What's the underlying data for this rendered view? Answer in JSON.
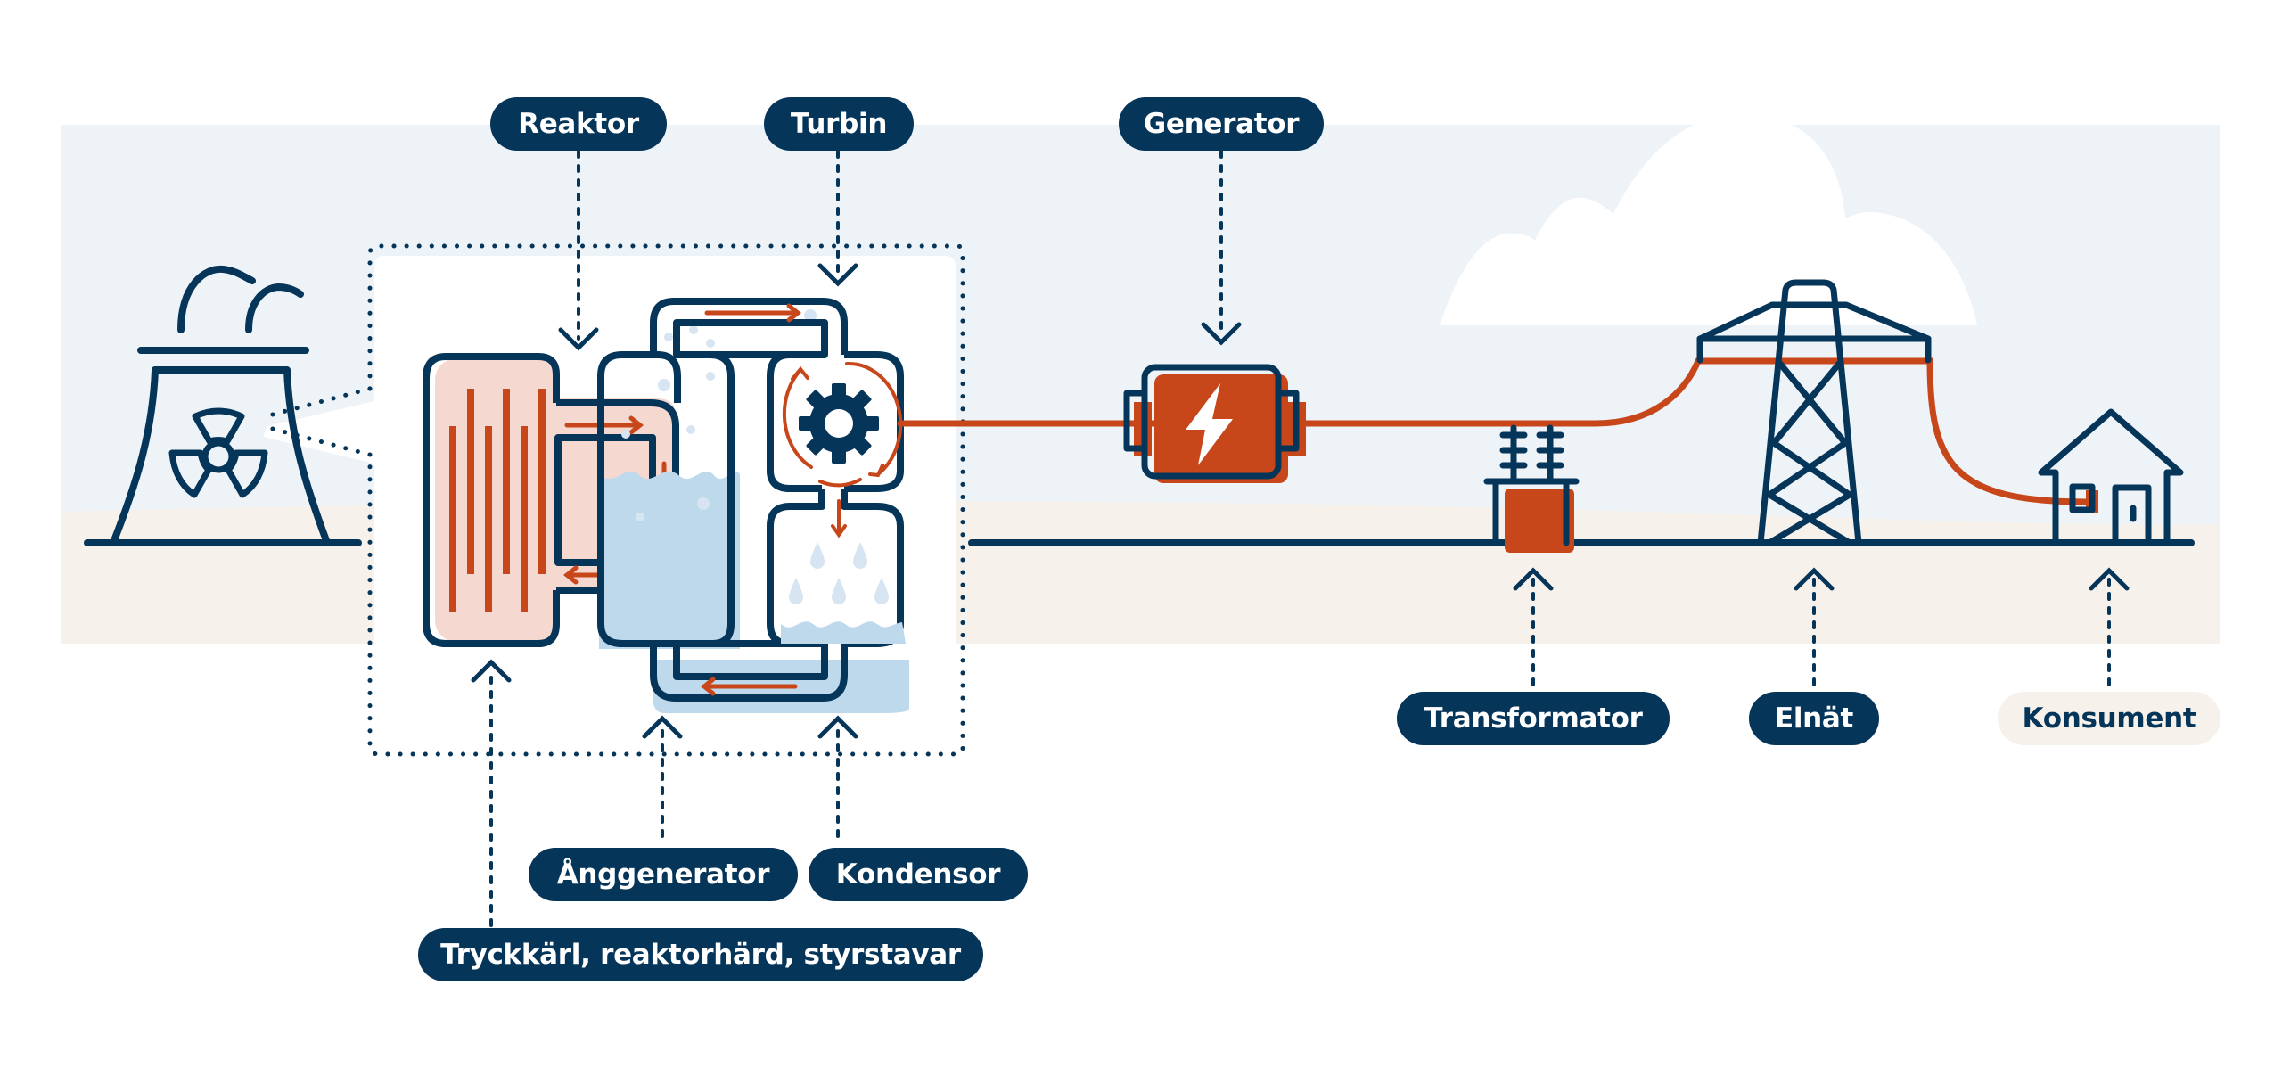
{
  "diagram": {
    "title": "Kärnkraftverk – från reaktor till konsument",
    "colors": {
      "navy": "#06355A",
      "accent": "#C7461A",
      "sky": "#EEF3F8",
      "ground": "#F6F1EB",
      "hot_fill": "#F5D9D1",
      "water_fill": "#BFD9EC",
      "steam_dot": "#D6E5F1",
      "white": "#FFFFFF"
    },
    "labels": {
      "reaktor": "Reaktor",
      "turbin": "Turbin",
      "generator": "Generator",
      "transformator": "Transformator",
      "elnat": "Elnät",
      "konsument": "Konsument",
      "anggenerator": "Ånggenerator",
      "kondensor": "Kondensor",
      "tryckkarl": "Tryckkärl, reaktorhärd, styrstavar"
    },
    "icons": {
      "plant": "cooling-tower-icon",
      "radiation": "radiation-icon",
      "reactor": "reactor-vessel-icon",
      "steam_generator": "steam-generator-icon",
      "turbine": "gear-icon",
      "condenser": "condenser-icon",
      "generator": "lightning-bolt-icon",
      "transformer": "transformer-icon",
      "grid": "power-pylon-icon",
      "consumer": "house-icon",
      "cloud": "cloud-icon"
    }
  }
}
